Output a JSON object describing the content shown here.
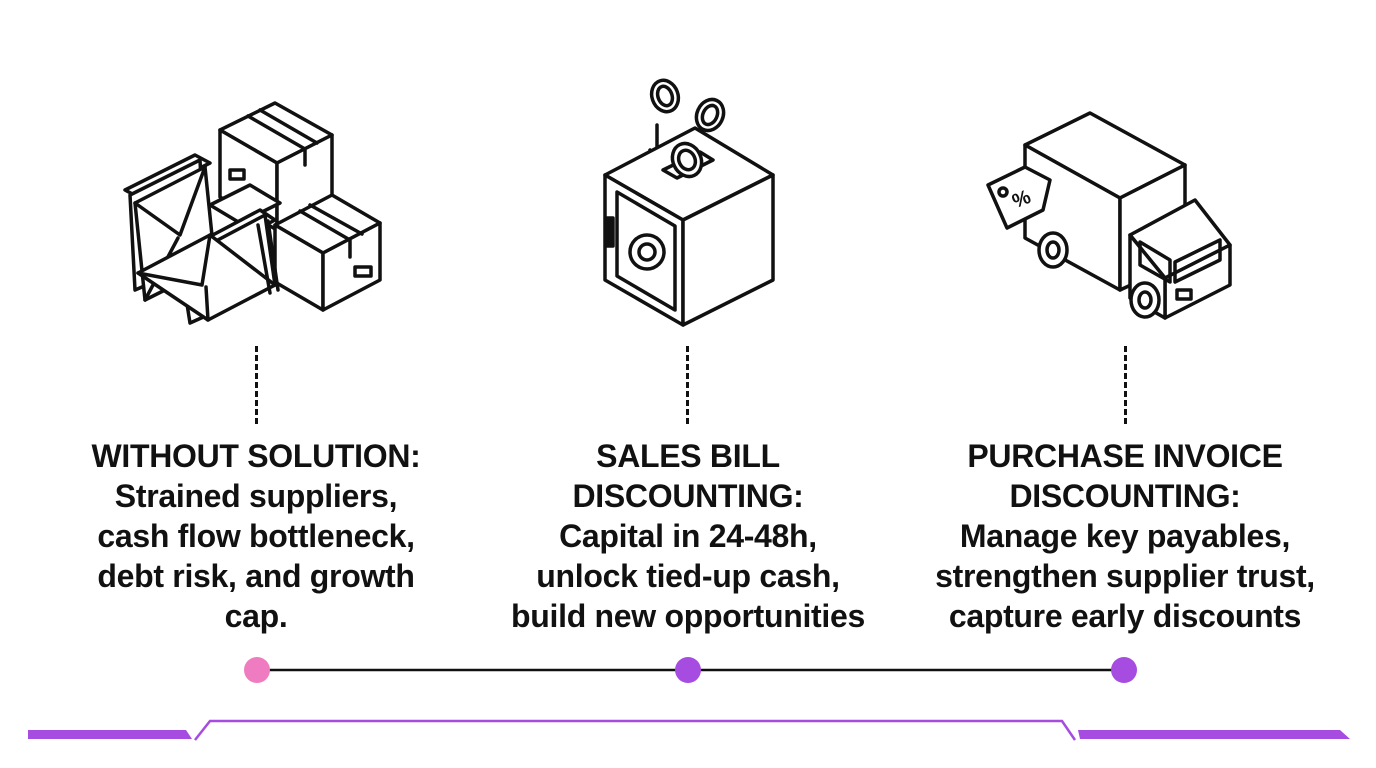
{
  "colors": {
    "pink": "#ef7cc0",
    "purple": "#a64ce0",
    "line": "#111111"
  },
  "steps": [
    {
      "heading": "WITHOUT SOLUTION:",
      "body": "Strained suppliers,\ncash flow bottleneck,\ndebt risk, and growth\ncap.",
      "icon": "boxes-and-envelopes-icon",
      "dot_color": "#ef7cc0"
    },
    {
      "heading": "SALES BILL\nDISCOUNTING:",
      "body": "Capital in 24-48h,\nunlock tied-up cash,\nbuild new opportunities",
      "icon": "safe-with-coins-icon",
      "dot_color": "#a64ce0"
    },
    {
      "heading": "PURCHASE INVOICE\nDISCOUNTING:",
      "body": "Manage key payables,\nstrengthen supplier trust,\ncapture early discounts",
      "icon": "delivery-truck-discount-icon",
      "dot_color": "#a64ce0"
    }
  ],
  "truck_tag_text": "%"
}
